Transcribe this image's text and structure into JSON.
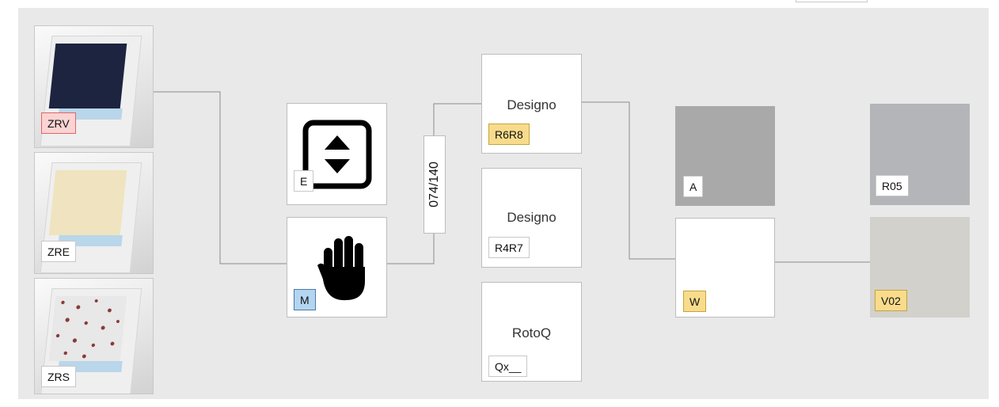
{
  "blinds": [
    {
      "code": "ZRV",
      "color": "#1c2440",
      "tag_color": "red"
    },
    {
      "code": "ZRE",
      "color": "#efe4bf",
      "tag_color": "white"
    },
    {
      "code": "ZRS",
      "color": "#e8e8e8",
      "tag_color": "white"
    }
  ],
  "operation": {
    "electric": {
      "code": "E",
      "icon": "up-down-arrows-icon"
    },
    "manual": {
      "code": "M",
      "icon": "hand-icon"
    }
  },
  "size_code": "074/140",
  "window_types": [
    {
      "name": "Designo",
      "code": "R6R8",
      "highlighted": true
    },
    {
      "name": "Designo",
      "code": "R4R7",
      "highlighted": false
    },
    {
      "name": "RotoQ",
      "code": "Qx__",
      "highlighted": false
    }
  ],
  "frame_colors": [
    {
      "code": "A",
      "color": "#a9a9aa"
    },
    {
      "code": "W",
      "color": "#ffffff",
      "highlighted": true
    }
  ],
  "finish_colors": [
    {
      "code": "R05",
      "color": "#b3b5b8"
    },
    {
      "code": "V02",
      "color": "#d3d1cc",
      "highlighted": true
    }
  ]
}
